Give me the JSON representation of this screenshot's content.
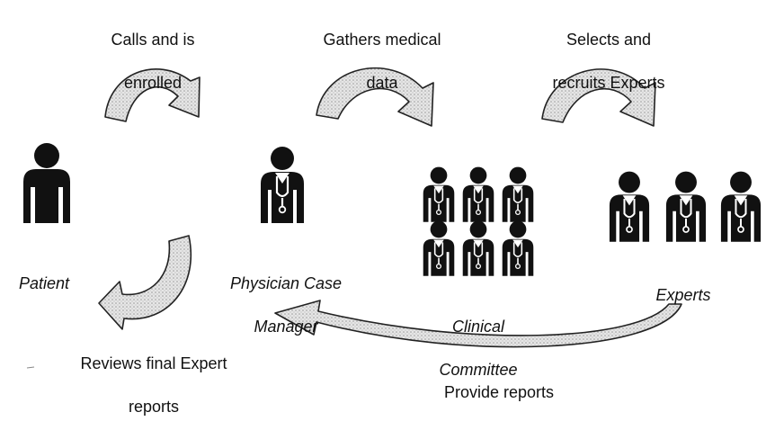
{
  "steps": {
    "enroll": {
      "line1": "Calls and is",
      "line2": "enrolled"
    },
    "gather": {
      "line1": "Gathers  medical",
      "line2": "data"
    },
    "select": {
      "line1": "Selects and",
      "line2": "recruits Experts"
    },
    "review": {
      "line1": "Reviews final Expert",
      "line2": "reports"
    },
    "provide": {
      "text": "Provide reports"
    }
  },
  "actors": {
    "patient": {
      "label": "Patient"
    },
    "case_manager": {
      "line1": "Physician Case",
      "line2": "Manager"
    },
    "committee": {
      "line1": "Clinical",
      "line2": "Committee"
    },
    "experts": {
      "label": "Experts"
    }
  },
  "colors": {
    "ink": "#111111",
    "arrow_fill": "#d4d4d4",
    "arrow_stroke": "#222222"
  }
}
